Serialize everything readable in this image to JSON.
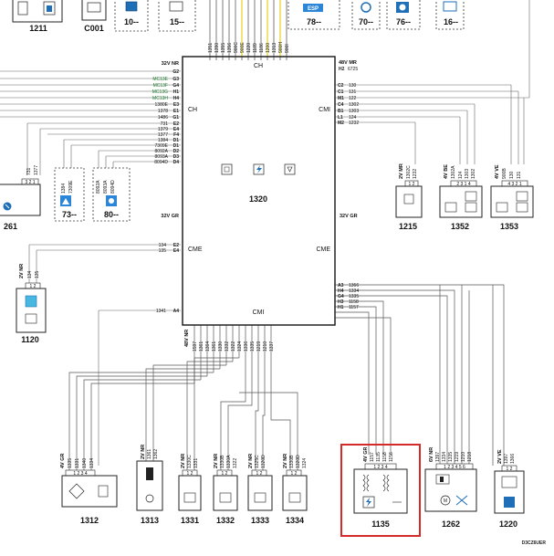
{
  "diagram": {
    "main_module": {
      "id": "1320",
      "corner_labels": {
        "top_left": "32V NR",
        "top_right": "48V MR",
        "mid_left": "32V GR",
        "mid_right": "32V GR",
        "bottom_left": "48V NR"
      },
      "region_labels": {
        "top": "CH",
        "left_top": "CH",
        "right_top": "CMI",
        "left_mid": "CME",
        "right_mid": "CME",
        "bottom": "CMI"
      }
    },
    "top_wire_labels": [
      "1351",
      "1390",
      "1355",
      "1356",
      "900C",
      "900E",
      "1220",
      "1189",
      "1186",
      "1200",
      "1313",
      "900H",
      "900I"
    ],
    "top_right_pin": {
      "pin": "H2",
      "wire": "6725"
    },
    "left_wires": [
      {
        "pin": "G2",
        "wire": "",
        "green": false
      },
      {
        "pin": "G3",
        "wire": "MC13E",
        "green": true
      },
      {
        "pin": "G4",
        "wire": "MC13F",
        "green": true
      },
      {
        "pin": "H1",
        "wire": "MC13G",
        "green": true
      },
      {
        "pin": "H4",
        "wire": "MC13H",
        "green": true
      },
      {
        "pin": "E3",
        "wire": "1380E",
        "green": false
      },
      {
        "pin": "E1",
        "wire": "1378",
        "green": false
      },
      {
        "pin": "G1",
        "wire": "1486",
        "green": false
      },
      {
        "pin": "E2",
        "wire": "731",
        "green": false
      },
      {
        "pin": "E4",
        "wire": "1379",
        "green": false
      },
      {
        "pin": "F4",
        "wire": "1377",
        "green": false
      },
      {
        "pin": "D1",
        "wire": "1384",
        "green": false
      },
      {
        "pin": "D1",
        "wire": "7309E",
        "green": false
      },
      {
        "pin": "D2",
        "wire": "8092A",
        "green": false
      },
      {
        "pin": "D3",
        "wire": "8093A",
        "green": false
      },
      {
        "pin": "D4",
        "wire": "8094D",
        "green": false
      }
    ],
    "right_wires": [
      {
        "pin": "C2",
        "wire": "130"
      },
      {
        "pin": "C1",
        "wire": "131"
      },
      {
        "pin": "M1",
        "wire": "122"
      },
      {
        "pin": "C4",
        "wire": "1302"
      },
      {
        "pin": "B1",
        "wire": "1303"
      },
      {
        "pin": "L1",
        "wire": "124"
      },
      {
        "pin": "M2",
        "wire": "1232"
      }
    ],
    "cme_left_wires": [
      {
        "pin": "E2",
        "wire": "134"
      },
      {
        "pin": "E4",
        "wire": "135"
      }
    ],
    "cmi_left_wire": {
      "pin": "A4",
      "wire": "1341"
    },
    "right_lower_wires": [
      {
        "pin": "A3",
        "wire": "1366"
      },
      {
        "pin": "H4",
        "wire": "1334"
      },
      {
        "pin": "G4",
        "wire": "1335"
      },
      {
        "pin": "H3",
        "wire": "1158"
      },
      {
        "pin": "H1",
        "wire": "1157"
      }
    ],
    "bottom_wire_labels": [
      "1597",
      "1361",
      "1364",
      "1361",
      "1330",
      "1332",
      "1322",
      "1324",
      "1336",
      "1335",
      "1219",
      "1210",
      "1337"
    ],
    "top_components": [
      {
        "id": "1211"
      },
      {
        "id": "C001"
      },
      {
        "id": "10--"
      },
      {
        "id": "15--"
      },
      {
        "id": "78--",
        "badge": "ESP"
      },
      {
        "id": "70--"
      },
      {
        "id": "76--"
      },
      {
        "id": "16--"
      }
    ],
    "left_components": [
      {
        "id": "261",
        "wires": [
          "731",
          "1377"
        ],
        "pins": "3 2 1"
      },
      {
        "id": "73--",
        "wires": [
          "1384",
          "7309E"
        ]
      },
      {
        "id": "80--",
        "wires": [
          "8092A",
          "8093A",
          "8094D"
        ]
      },
      {
        "id": "1120",
        "voltage": "2V NR",
        "wires": [
          "134",
          "135"
        ],
        "pins": "1 2"
      }
    ],
    "right_components": [
      {
        "id": "1215",
        "voltage": "2V MR",
        "wires": [
          "1302C",
          "1232"
        ],
        "pins": "1 2"
      },
      {
        "id": "1352",
        "voltage": "4V BE",
        "wires": [
          "1302A",
          "124",
          "1303",
          "1302"
        ],
        "pins": "2 3 1 4"
      },
      {
        "id": "1353",
        "voltage": "4V VE",
        "wires": [
          "900B",
          "130",
          "131"
        ],
        "pins": "4 3 2 1"
      }
    ],
    "bottom_components": [
      {
        "id": "1312",
        "voltage": "4V GR",
        "wires": [
          "1335",
          "1331",
          "1340",
          "1334"
        ],
        "pins": "1 2 3 4"
      },
      {
        "id": "1313",
        "voltage": "2V NR",
        "wires": [
          "1361",
          "1362"
        ],
        "pins": "1 2"
      },
      {
        "id": "1331",
        "voltage": "2V NR",
        "wires": [
          "1330C",
          "1331"
        ],
        "pins": "1 2"
      },
      {
        "id": "1332",
        "voltage": "2V NR",
        "wires": [
          "1330B",
          "1330A",
          "1322"
        ],
        "pins": "1 2"
      },
      {
        "id": "1333",
        "voltage": "2V NR",
        "wires": [
          "1325C",
          "1320D"
        ],
        "pins": "1 2"
      },
      {
        "id": "1334",
        "voltage": "2V NR",
        "wires": [
          "1330B",
          "1320D",
          "1324"
        ],
        "pins": "1 2"
      },
      {
        "id": "1135",
        "voltage": "4V GR",
        "wires": [
          "1157",
          "1135",
          "1158",
          "1156"
        ],
        "pins": "1 2 3 4",
        "highlighted": true
      },
      {
        "id": "1262",
        "voltage": "6V NR",
        "wires": [
          "1397",
          "1334",
          "1335",
          "1219",
          "1210",
          "1218"
        ],
        "pins": "1 2 3 4 5 6"
      },
      {
        "id": "1220",
        "voltage": "2V VE",
        "wires": [
          "1397",
          "1366"
        ],
        "pins": "1 2"
      }
    ],
    "footer_code": "D3CZ6UER",
    "highlight_color": "#d42a2a",
    "green_label_color": "#1a7a2a"
  }
}
